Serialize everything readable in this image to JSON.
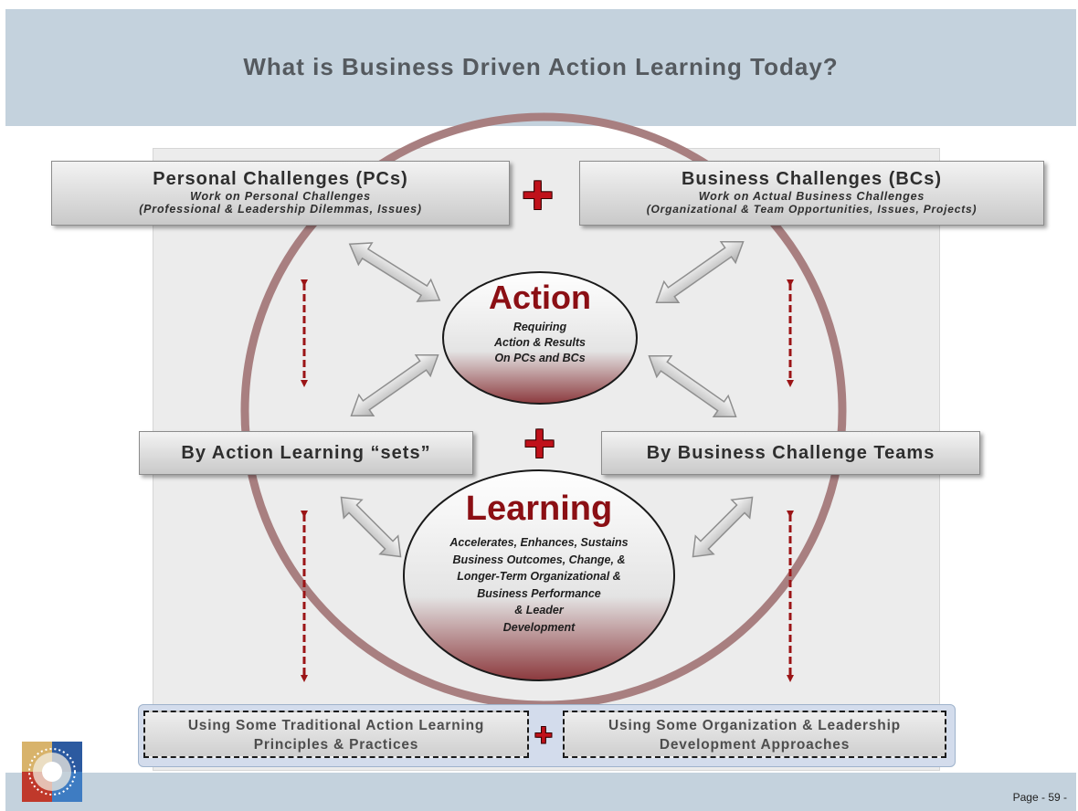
{
  "title": "What is Business Driven Action Learning Today?",
  "page_number": "Page - 59 -",
  "personal_challenges": {
    "title": "Personal Challenges (PCs)",
    "line1": "Work on Personal Challenges",
    "line2": "(Professional & Leadership Dilemmas, Issues)"
  },
  "business_challenges": {
    "title": "Business Challenges (BCs)",
    "line1": "Work on Actual Business Challenges",
    "line2": "(Organizational & Team Opportunities, Issues, Projects)"
  },
  "plus_symbol": "+",
  "action": {
    "title": "Action",
    "lines": [
      "Requiring",
      "Action & Results",
      "On PCs and BCs"
    ]
  },
  "sets_label": "By Action Learning “sets”",
  "teams_label": "By Business Challenge Teams",
  "learning": {
    "title": "Learning",
    "lines": [
      "Accelerates, Enhances, Sustains",
      "Business Outcomes, Change, &",
      "Longer-Term Organizational &",
      "Business Performance",
      "& Leader",
      "Development"
    ]
  },
  "bottom_left": {
    "line1": "Using Some Traditional Action Learning",
    "line2": "Principles & Practices"
  },
  "bottom_right": {
    "line1": "Using Some Organization & Leadership",
    "line2": "Development Approaches"
  },
  "colors": {
    "header_band": "#c4d2dd",
    "accent_red": "#8b0f14",
    "ring": "#a57b7b",
    "arrow_dark_red": "#9b1416"
  }
}
